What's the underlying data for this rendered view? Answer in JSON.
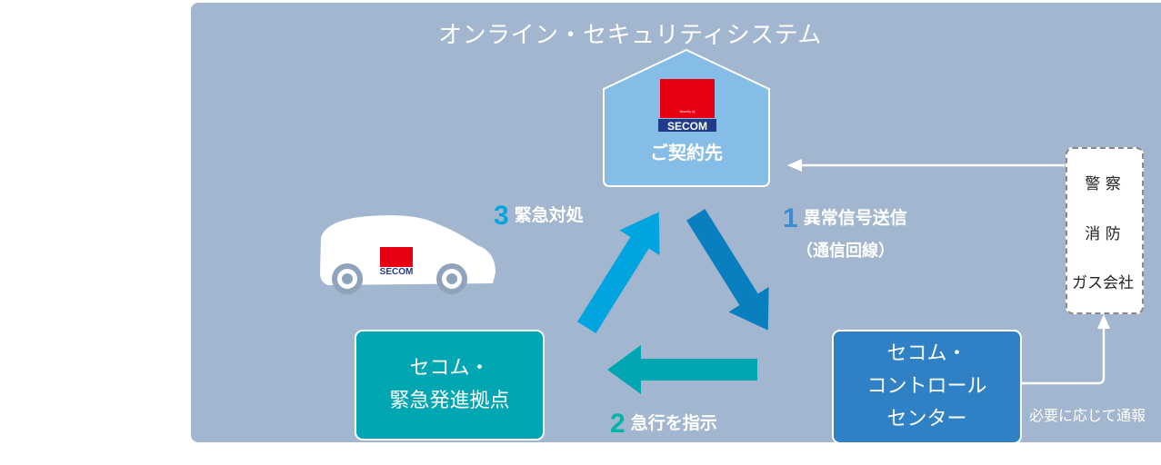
{
  "title": "オンライン・セキュリティシステム",
  "house": {
    "label": "ご契約先",
    "logo_text": "SECOM",
    "logo_small": "Security by"
  },
  "car_logo": "SECOM",
  "steps": {
    "step1": {
      "num": "1",
      "label": "異常信号送信",
      "sub": "（通信回線）"
    },
    "step2": {
      "num": "2",
      "label": "急行を指示"
    },
    "step3": {
      "num": "3",
      "label": "緊急対処"
    }
  },
  "emergency_base": {
    "line1": "セコム・",
    "line2": "緊急発進拠点"
  },
  "control_center": {
    "line1": "セコム・",
    "line2": "コントロール",
    "line3": "センター"
  },
  "external": {
    "items": [
      "警 察",
      "消 防",
      "ガス会社"
    ]
  },
  "notify": "必要に応じて通報",
  "colors": {
    "panel": "#a2b6cf",
    "house": "#85bde6",
    "emergency": "#00a6b2",
    "control": "#2f80c5",
    "arrow_blue": "#0a7fc0",
    "arrow_cyan": "#00a5df",
    "arrow_teal": "#00a6b2",
    "logo_red": "#e60012"
  }
}
